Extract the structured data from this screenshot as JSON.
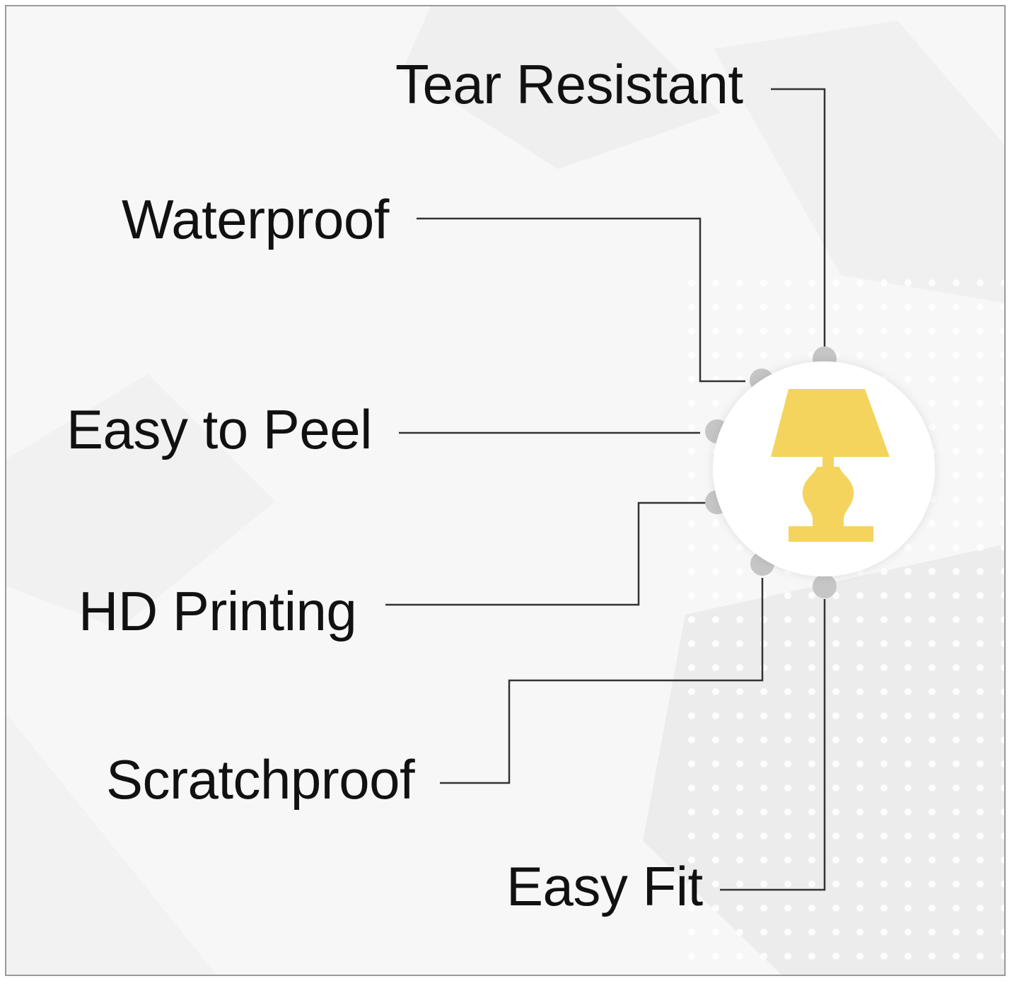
{
  "features": [
    {
      "id": "tear-resistant",
      "label": "Tear Resistant"
    },
    {
      "id": "waterproof",
      "label": "Waterproof"
    },
    {
      "id": "easy-to-peel",
      "label": "Easy to Peel"
    },
    {
      "id": "hd-printing",
      "label": "HD Printing"
    },
    {
      "id": "scratchproof",
      "label": "Scratchproof"
    },
    {
      "id": "easy-fit",
      "label": "Easy Fit"
    }
  ],
  "center_icon": "table-lamp-icon",
  "colors": {
    "lamp": "#f4d45d",
    "lines": "#333333",
    "connector_dots": "#c6c6c6",
    "background": "#f7f7f7"
  }
}
